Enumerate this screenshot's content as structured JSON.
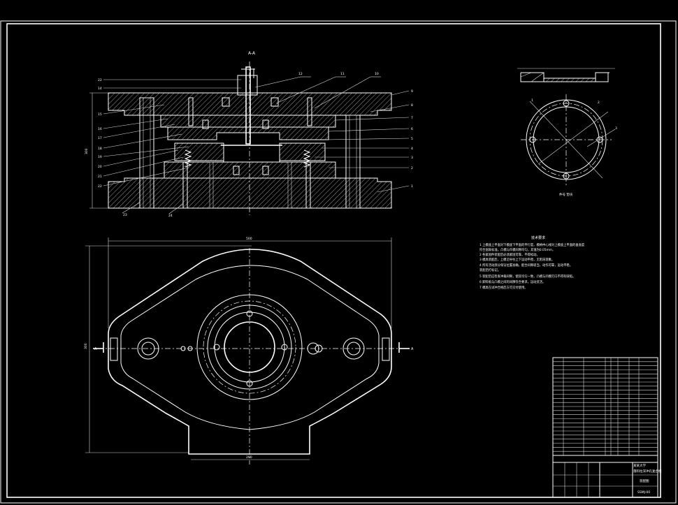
{
  "section_label": "A-A",
  "part_numbers": {
    "left": [
      "22",
      "14",
      "15",
      "16",
      "17",
      "18",
      "19",
      "20",
      "21",
      "22",
      "23",
      "24"
    ],
    "top": [
      "12",
      "11",
      "10"
    ],
    "right": [
      "9",
      "8",
      "7",
      "6",
      "5",
      "4",
      "3",
      "2",
      "1"
    ]
  },
  "dims": {
    "section_height": "300",
    "plan_width": "500",
    "plan_height": "300",
    "plan_bottom": "290"
  },
  "section_marks": [
    "A",
    "A"
  ],
  "detail_label": "件号 垫块",
  "detail_callouts": [
    "1",
    "2",
    "3"
  ],
  "notes_title": "技术要求",
  "notes": [
    "1 上模座上平面对下模座下平面的平行度，模柄中心线对上模座上平面的垂直度",
    "  符合国家标准。凸模与凹模间隙均匀，其值为0.05mm，",
    "2 各紧固件装配后必须紧固可靠，不得松动。",
    "3 模具装配后，上模沿导柱上下运动平稳，无阻滞现象。",
    "4 所有活动部分保证位置准确，配合间隙适当，动作可靠，运动平稳。",
    "  装配后打标记。",
    "5 装配后应检查冲裁间隙，使其均匀一致，凸模与凹模刃口不得有缺陷。",
    "6 卸料板与凸模之间的间隙符合要求，运动灵活。",
    "7 模具在试冲合格后方可交付使用。"
  ],
  "title_block": {
    "rows": 24,
    "school": "某某大学",
    "drawing_title": "落料拉深冲孔复合模",
    "drawing_subtitle": "装配图",
    "code": "SSMJ-00"
  }
}
